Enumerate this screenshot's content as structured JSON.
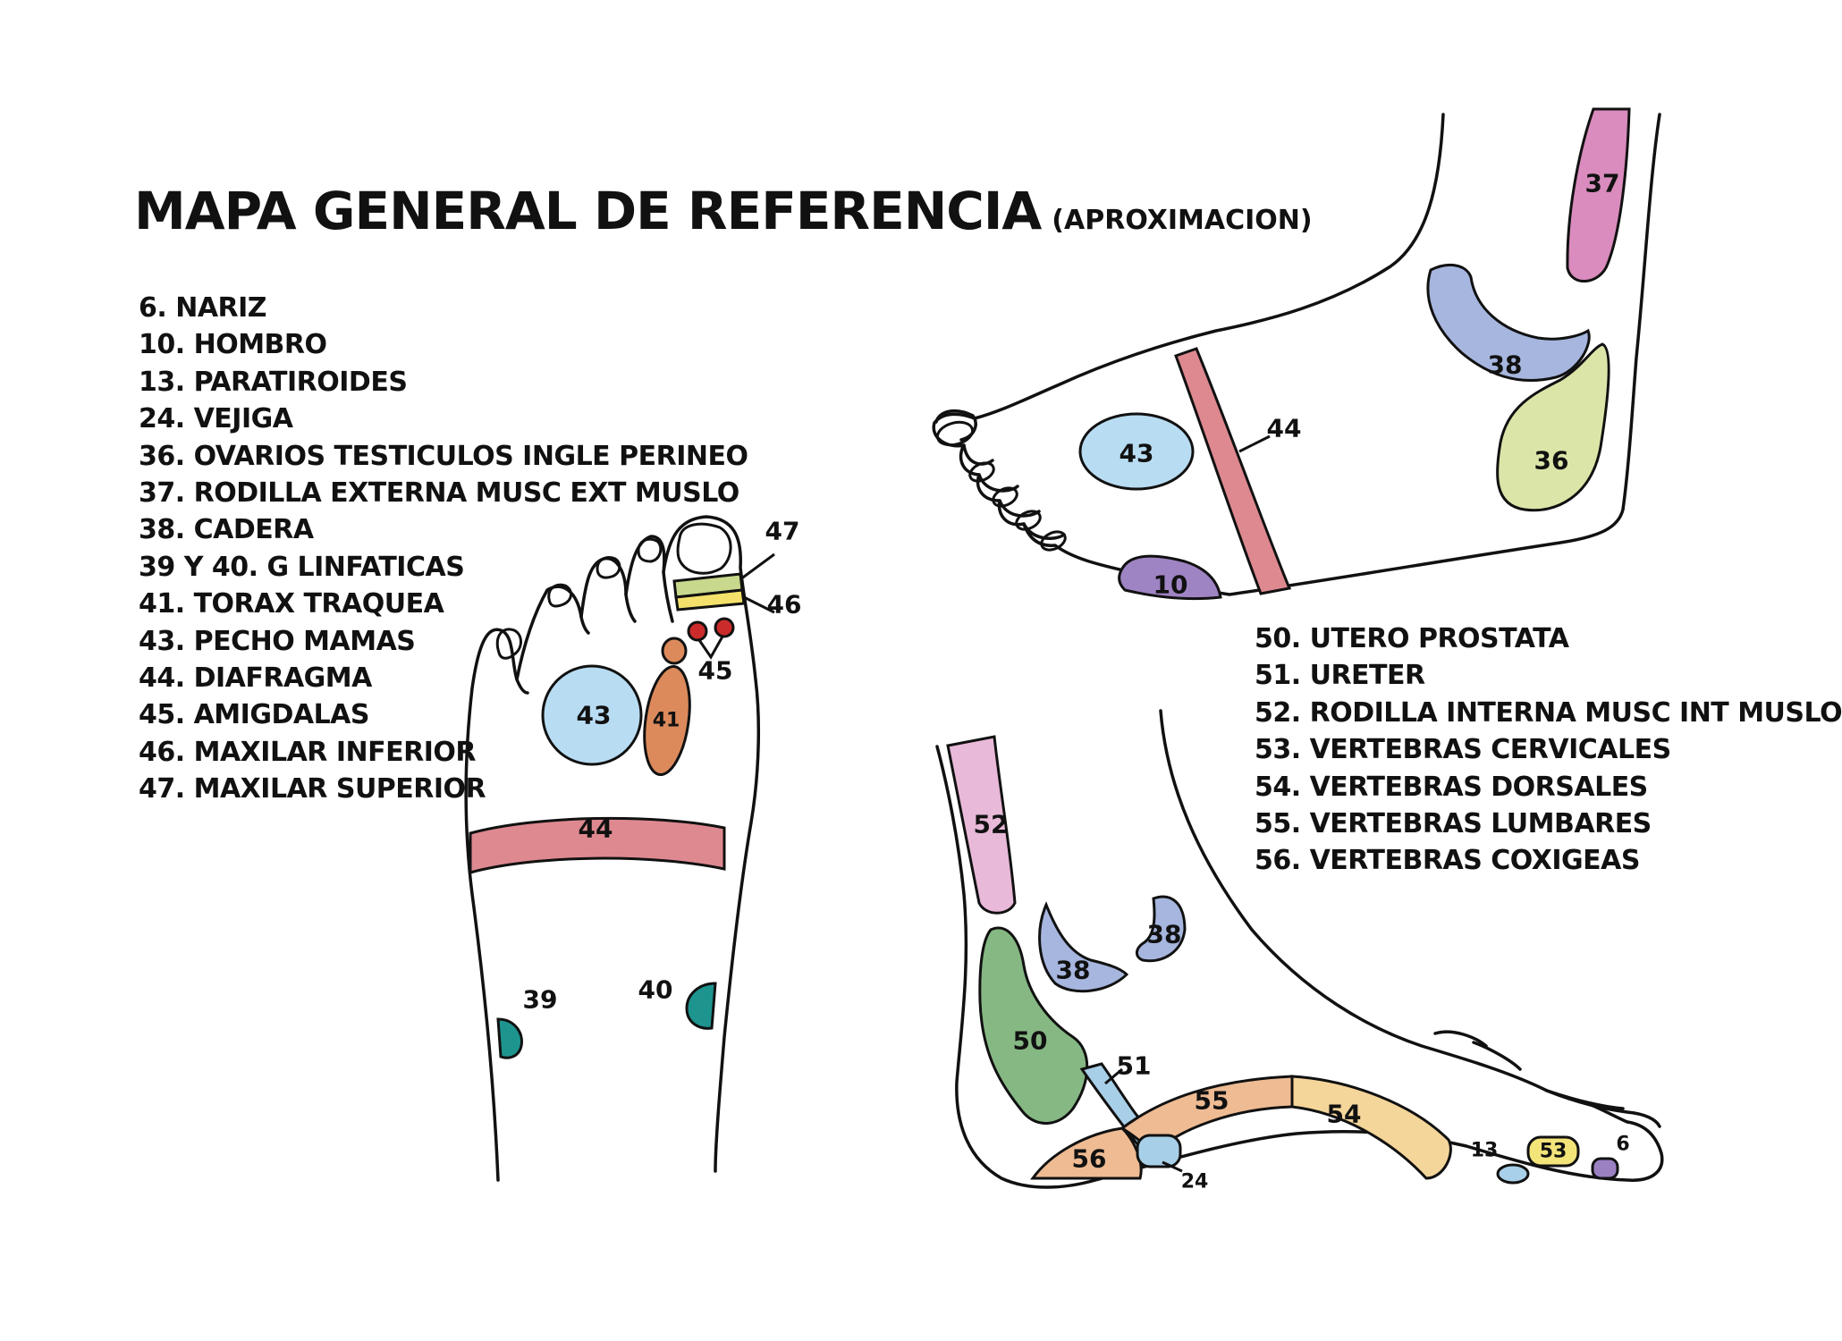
{
  "title": {
    "main": "MAPA GENERAL DE REFERENCIA",
    "sub": "(APROXIMACION)"
  },
  "legend_left": [
    "6. NARIZ",
    "10. HOMBRO",
    "13. PARATIROIDES",
    "24. VEJIGA",
    "36. OVARIOS TESTICULOS INGLE PERINEO",
    "37. RODILLA EXTERNA MUSC EXT MUSLO",
    "38. CADERA",
    "39 Y 40. G LINFATICAS",
    "41. TORAX TRAQUEA",
    "43. PECHO MAMAS",
    "44. DIAFRAGMA",
    "45. AMIGDALAS",
    "46. MAXILAR INFERIOR",
    "47. MAXILAR SUPERIOR"
  ],
  "legend_right": [
    "50. UTERO PROSTATA",
    "51. URETER",
    "52. RODILLA INTERNA MUSC INT MUSLO",
    "53. VERTEBRAS CERVICALES",
    "54. VERTEBRAS DORSALES",
    "55. VERTEBRAS LUMBARES",
    "56. VERTEBRAS COXIGEAS"
  ],
  "diagram": {
    "top_foot": {
      "zone_37": "37",
      "zone_38": "38",
      "zone_36": "36",
      "zone_43": "43",
      "zone_44": "44",
      "zone_10": "10"
    },
    "front_foot": {
      "zone_47": "47",
      "zone_46": "46",
      "zone_45": "45",
      "zone_43": "43",
      "zone_41": "41",
      "zone_44": "44",
      "zone_39": "39",
      "zone_40": "40"
    },
    "bottom_foot": {
      "zone_52": "52",
      "zone_38_left": "38",
      "zone_38_right": "38",
      "zone_50": "50",
      "zone_51": "51",
      "zone_55": "55",
      "zone_54": "54",
      "zone_56": "56",
      "zone_24": "24",
      "zone_13": "13",
      "zone_53": "53",
      "zone_6": "6"
    }
  },
  "colors": {
    "pink_37": "#d98cbd",
    "periwinkle_38": "#a6b6de",
    "khaki_36": "#dce5a8",
    "light_blue_43": "#b8dcf2",
    "rose_44": "#de8990",
    "purple_10": "#9f84c4",
    "orange_41": "#dc8a5c",
    "red_45": "#cc2b2b",
    "green_46": "#c8d88c",
    "yellow_47": "#f3e16b",
    "teal_39_40": "#1e948f",
    "light_pink_52": "#e8b9d8",
    "green_50": "#86b884",
    "blue_51_24": "#a8cfe8",
    "peach_55_56": "#eebb93",
    "cream_54": "#f4d59a",
    "yellow_53": "#f3e47a",
    "purple_6": "#9b80c2",
    "light_blue_13": "#a9d0ea"
  }
}
